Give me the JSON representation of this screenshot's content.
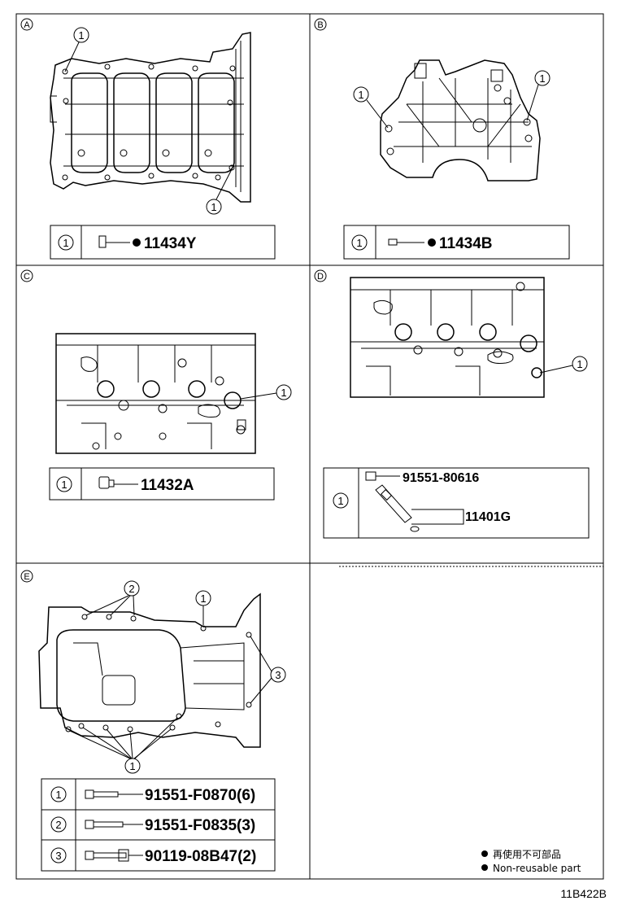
{
  "panels": {
    "a": {
      "letter": "A",
      "callouts": [
        "1",
        "1"
      ],
      "table": {
        "ref": "1",
        "part_number": "11434Y",
        "non_reusable": true
      }
    },
    "b": {
      "letter": "B",
      "callouts": [
        "1",
        "1"
      ],
      "table": {
        "ref": "1",
        "part_number": "11434B",
        "non_reusable": true
      }
    },
    "c": {
      "letter": "C",
      "callouts": [
        "1"
      ],
      "table": {
        "ref": "1",
        "part_number": "11432A"
      }
    },
    "d": {
      "letter": "D",
      "callouts": [
        "1"
      ],
      "table": {
        "ref": "1",
        "part_number_bolt": "91551-80616",
        "part_number_assembly": "11401G"
      }
    },
    "e": {
      "letter": "E",
      "callouts": [
        "2",
        "1",
        "3",
        "1"
      ],
      "table": [
        {
          "ref": "1",
          "part_number": "91551-F0870(6)"
        },
        {
          "ref": "2",
          "part_number": "91551-F0835(3)"
        },
        {
          "ref": "3",
          "part_number": "90119-08B47(2)"
        }
      ]
    }
  },
  "legend": {
    "line_jp": "再使用不可部品",
    "line_en": "Non-reusable part"
  },
  "figure_code": "11B422B",
  "icons": [
    "circle-number-icon",
    "non-reusable-dot-icon",
    "bolt-icon",
    "ring-dowel-icon",
    "plug-icon",
    "nozzle-icon"
  ]
}
